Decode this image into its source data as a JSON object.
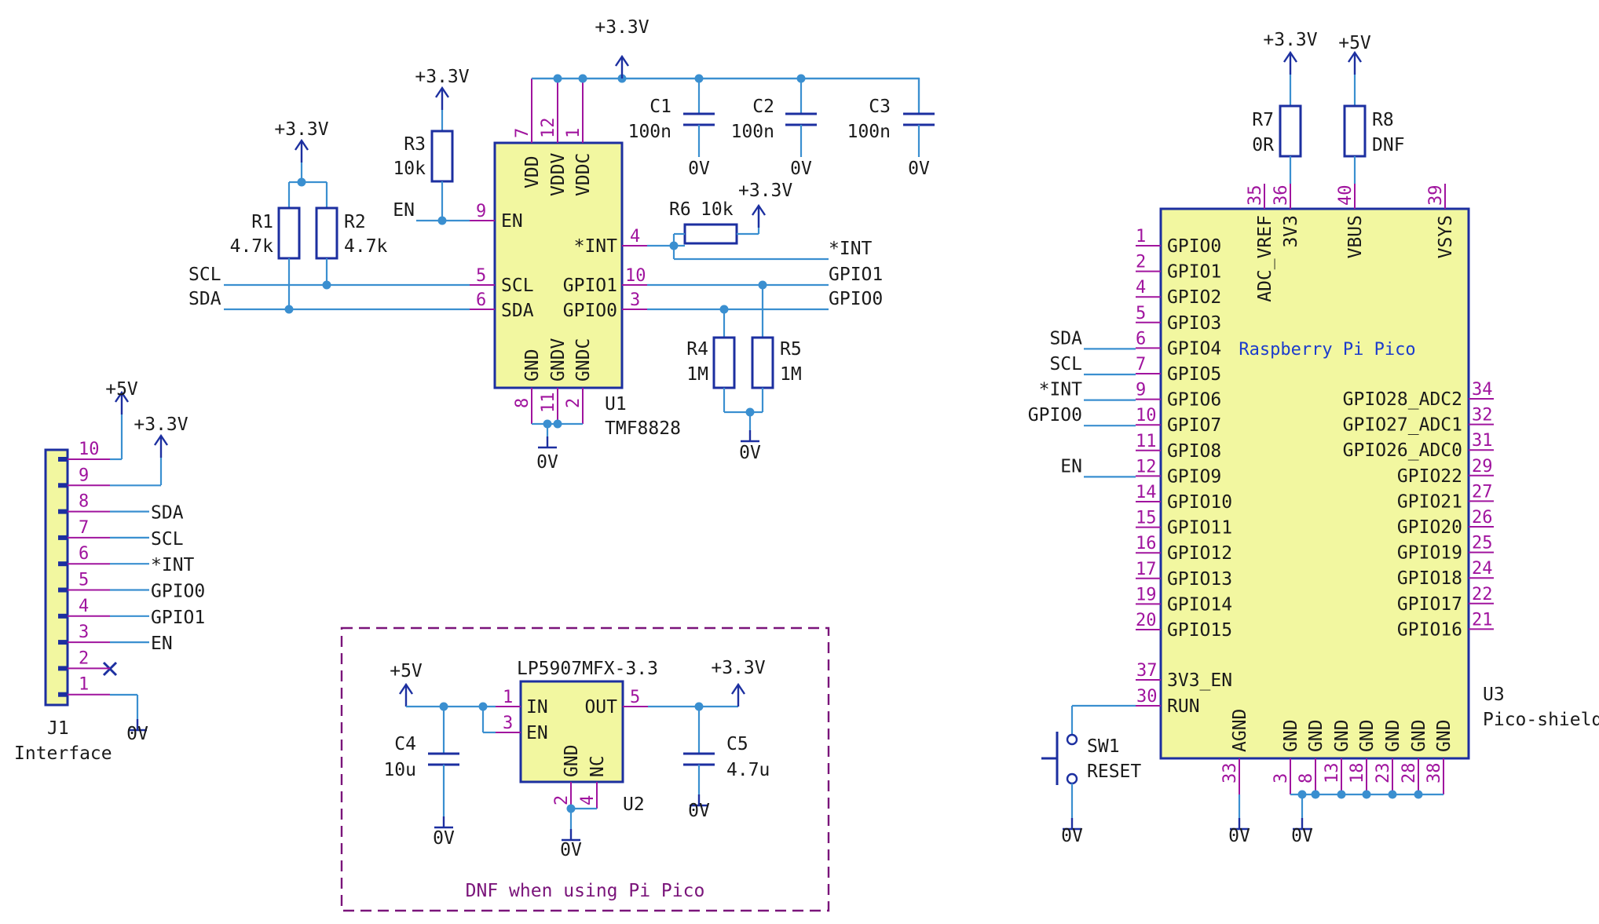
{
  "power": {
    "v33": "+3.3V",
    "v5": "+5V",
    "gnd": "0V"
  },
  "u1": {
    "ref": "U1",
    "value": "TMF8828",
    "pins_left": [
      {
        "num": "9",
        "name": "EN"
      },
      {
        "num": "5",
        "name": "SCL"
      },
      {
        "num": "6",
        "name": "SDA"
      }
    ],
    "pins_top": [
      {
        "num": "7",
        "name": "VDD"
      },
      {
        "num": "12",
        "name": "VDDV"
      },
      {
        "num": "1",
        "name": "VDDC"
      }
    ],
    "pins_right": [
      {
        "num": "4",
        "name": "*INT"
      },
      {
        "num": "10",
        "name": "GPIO1"
      },
      {
        "num": "3",
        "name": "GPIO0"
      }
    ],
    "pins_bottom": [
      {
        "num": "8",
        "name": "GND"
      },
      {
        "num": "11",
        "name": "GNDV"
      },
      {
        "num": "2",
        "name": "GNDC"
      }
    ]
  },
  "passives": {
    "r1": {
      "ref": "R1",
      "value": "4.7k"
    },
    "r2": {
      "ref": "R2",
      "value": "4.7k"
    },
    "r3": {
      "ref": "R3",
      "value": "10k"
    },
    "r4": {
      "ref": "R4",
      "value": "1M"
    },
    "r5": {
      "ref": "R5",
      "value": "1M"
    },
    "r6": {
      "ref": "R6",
      "value": "10k"
    },
    "r7": {
      "ref": "R7",
      "value": "0R"
    },
    "r8": {
      "ref": "R8",
      "value": "DNF"
    },
    "c1": {
      "ref": "C1",
      "value": "100n"
    },
    "c2": {
      "ref": "C2",
      "value": "100n"
    },
    "c3": {
      "ref": "C3",
      "value": "100n"
    },
    "c4": {
      "ref": "C4",
      "value": "10u"
    },
    "c5": {
      "ref": "C5",
      "value": "4.7u"
    }
  },
  "nets": {
    "scl": "SCL",
    "sda": "SDA",
    "en": "EN",
    "int": "*INT",
    "gpio1": "GPIO1",
    "gpio0": "GPIO0"
  },
  "j1": {
    "ref": "J1",
    "value": "Interface",
    "pins": [
      {
        "num": "10",
        "net": ""
      },
      {
        "num": "9",
        "net": ""
      },
      {
        "num": "8",
        "net": "SDA"
      },
      {
        "num": "7",
        "net": "SCL"
      },
      {
        "num": "6",
        "net": "*INT"
      },
      {
        "num": "5",
        "net": "GPIO0"
      },
      {
        "num": "4",
        "net": "GPIO1"
      },
      {
        "num": "3",
        "net": "EN"
      },
      {
        "num": "2",
        "net": ""
      },
      {
        "num": "1",
        "net": ""
      }
    ]
  },
  "u2": {
    "ref": "U2",
    "value": "LP5907MFX-3.3",
    "pins": {
      "in": {
        "num": "1",
        "name": "IN"
      },
      "en": {
        "num": "3",
        "name": "EN"
      },
      "out": {
        "num": "5",
        "name": "OUT"
      },
      "gnd": {
        "num": "2",
        "name": "GND"
      },
      "nc": {
        "num": "4",
        "name": "NC"
      }
    },
    "dnf_note": "DNF when using Pi Pico"
  },
  "u3": {
    "ref": "U3",
    "value": "Pico-shield",
    "title": "Raspberry Pi Pico",
    "pins_left": [
      {
        "num": "1",
        "name": "GPIO0",
        "net": ""
      },
      {
        "num": "2",
        "name": "GPIO1",
        "net": ""
      },
      {
        "num": "4",
        "name": "GPIO2",
        "net": ""
      },
      {
        "num": "5",
        "name": "GPIO3",
        "net": ""
      },
      {
        "num": "6",
        "name": "GPIO4",
        "net": "SDA"
      },
      {
        "num": "7",
        "name": "GPIO5",
        "net": "SCL"
      },
      {
        "num": "9",
        "name": "GPIO6",
        "net": "*INT"
      },
      {
        "num": "10",
        "name": "GPIO7",
        "net": "GPIO0"
      },
      {
        "num": "11",
        "name": "GPIO8",
        "net": ""
      },
      {
        "num": "12",
        "name": "GPIO9",
        "net": "EN"
      },
      {
        "num": "14",
        "name": "GPIO10",
        "net": ""
      },
      {
        "num": "15",
        "name": "GPIO11",
        "net": ""
      },
      {
        "num": "16",
        "name": "GPIO12",
        "net": ""
      },
      {
        "num": "17",
        "name": "GPIO13",
        "net": ""
      },
      {
        "num": "19",
        "name": "GPIO14",
        "net": ""
      },
      {
        "num": "20",
        "name": "GPIO15",
        "net": ""
      }
    ],
    "pins_left_lower": [
      {
        "num": "37",
        "name": "3V3_EN"
      },
      {
        "num": "30",
        "name": "RUN"
      }
    ],
    "pins_right": [
      {
        "num": "34",
        "name": "GPIO28_ADC2"
      },
      {
        "num": "32",
        "name": "GPIO27_ADC1"
      },
      {
        "num": "31",
        "name": "GPIO26_ADC0"
      },
      {
        "num": "29",
        "name": "GPIO22"
      },
      {
        "num": "27",
        "name": "GPIO21"
      },
      {
        "num": "26",
        "name": "GPIO20"
      },
      {
        "num": "25",
        "name": "GPIO19"
      },
      {
        "num": "24",
        "name": "GPIO18"
      },
      {
        "num": "22",
        "name": "GPIO17"
      },
      {
        "num": "21",
        "name": "GPIO16"
      }
    ],
    "pins_top": [
      {
        "num": "35",
        "name": "ADC_VREF"
      },
      {
        "num": "36",
        "name": "3V3"
      },
      {
        "num": "40",
        "name": "VBUS"
      },
      {
        "num": "39",
        "name": "VSYS"
      }
    ],
    "pins_bottom": [
      {
        "num": "33",
        "name": "AGND"
      },
      {
        "num": "3",
        "name": "GND"
      },
      {
        "num": "8",
        "name": "GND"
      },
      {
        "num": "13",
        "name": "GND"
      },
      {
        "num": "18",
        "name": "GND"
      },
      {
        "num": "23",
        "name": "GND"
      },
      {
        "num": "28",
        "name": "GND"
      },
      {
        "num": "38",
        "name": "GND"
      }
    ]
  },
  "sw1": {
    "ref": "SW1",
    "value": "RESET"
  }
}
